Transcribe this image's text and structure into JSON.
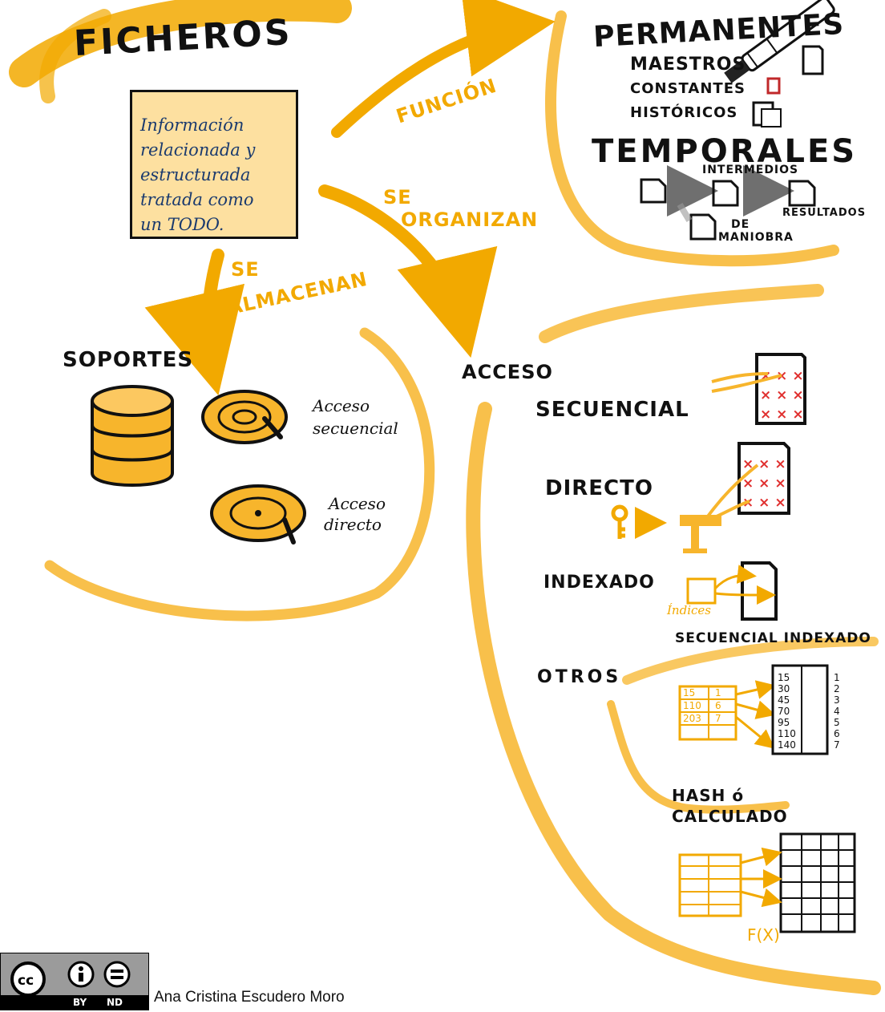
{
  "title": "FICHEROS",
  "note": {
    "lines": [
      "Información",
      "relacionada y",
      "estructurada",
      "tratada como",
      "un TODO."
    ]
  },
  "arrows": {
    "funcion": "FUNCIÓN",
    "se_organizan": [
      "SE",
      "ORGANIZAN"
    ],
    "se_almacenan": [
      "SE",
      "ALMACENAN"
    ]
  },
  "permanentes": {
    "heading": "PERMANENTES",
    "items": [
      "MAESTROS",
      "CONSTANTES",
      "HISTÓRICOS"
    ]
  },
  "temporales": {
    "heading": "TEMPORALES",
    "intermedios": "INTERMEDIOS",
    "de_maniobra": [
      "DE",
      "MANIOBRA"
    ],
    "resultados": "RESULTADOS"
  },
  "soportes": {
    "heading": "SOPORTES",
    "acceso_secuencial": [
      "Acceso",
      "secuencial"
    ],
    "acceso_directo": [
      "Acceso",
      "directo"
    ]
  },
  "acceso": {
    "heading": "ACCESO",
    "secuencial": "SECUENCIAL",
    "directo": "DIRECTO",
    "indexado": "INDEXADO",
    "indices_label": "Índices",
    "otros": "OTROS",
    "secuencial_indexado": "SECUENCIAL INDEXADO",
    "hash": [
      "HASH ó",
      "CALCULADO"
    ],
    "fx": "F(X)",
    "left_table": [
      [
        "15",
        "1"
      ],
      [
        "110",
        "6"
      ],
      [
        "203",
        "7"
      ]
    ],
    "index_table_values": [
      "15",
      "30",
      "45",
      "70",
      "95",
      "110",
      "140"
    ],
    "index_table_numbers": [
      "1",
      "2",
      "3",
      "4",
      "5",
      "6",
      "7"
    ]
  },
  "credit": {
    "license": [
      "BY",
      "ND"
    ],
    "author": "Ana Cristina Escudero Moro"
  },
  "colors": {
    "accent": "#f2a900",
    "accent_light": "#fcc860",
    "note_bg": "#fde0a0",
    "note_text": "#1a3a6e",
    "ink": "#111111",
    "mark": "#e0302f"
  }
}
